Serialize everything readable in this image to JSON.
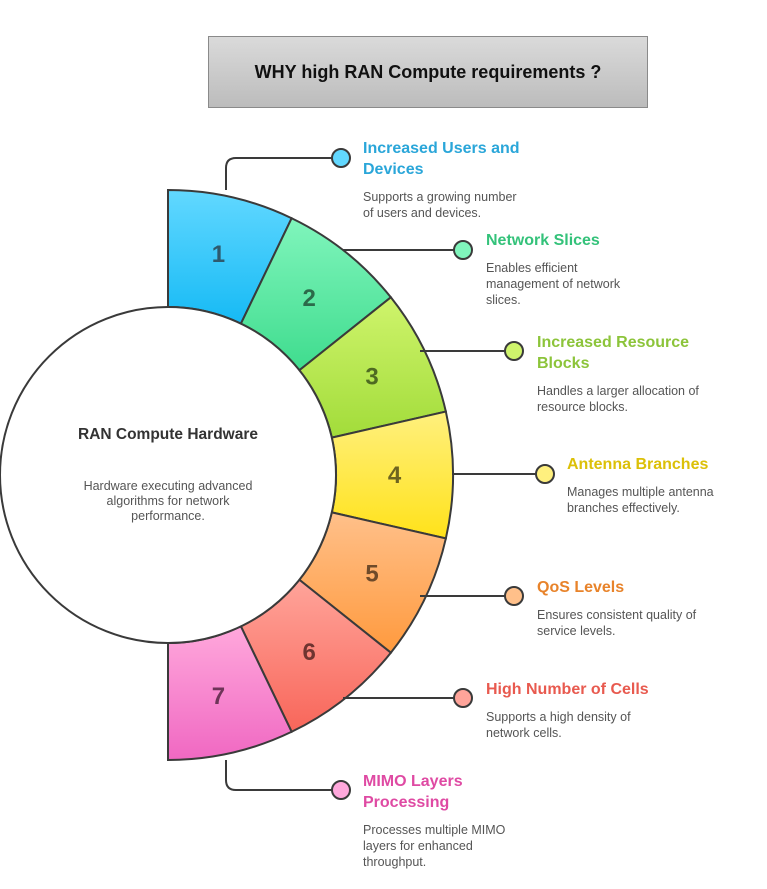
{
  "title": "WHY high RAN Compute requirements ?",
  "center": {
    "title": "RAN Compute Hardware",
    "description": "Hardware executing advanced algorithms for network performance."
  },
  "items": [
    {
      "number": "1",
      "title": "Increased Users and Devices",
      "description": "Supports a growing number of users and devices.",
      "color_light": "#62d8ff",
      "color_dark": "#16baf5",
      "title_color": "#2aa6d9",
      "number_color": "#2e5a6e"
    },
    {
      "number": "2",
      "title": "Network Slices",
      "description": "Enables efficient management of network slices.",
      "color_light": "#80f5bc",
      "color_dark": "#3fdc8e",
      "title_color": "#34c27a",
      "number_color": "#2c6a4a"
    },
    {
      "number": "3",
      "title": "Increased Resource Blocks",
      "description": "Handles a larger allocation of resource blocks.",
      "color_light": "#cff46c",
      "color_dark": "#a2dc3a",
      "title_color": "#8cc43a",
      "number_color": "#4e6a22"
    },
    {
      "number": "4",
      "title": "Antenna Branches",
      "description": "Manages multiple antenna branches effectively.",
      "color_light": "#fff07e",
      "color_dark": "#ffe21a",
      "title_color": "#dcc008",
      "number_color": "#6e6420"
    },
    {
      "number": "5",
      "title": "QoS Levels",
      "description": "Ensures consistent quality of service levels.",
      "color_light": "#ffc08a",
      "color_dark": "#ff9a3e",
      "title_color": "#e8832a",
      "number_color": "#6e4a2a"
    },
    {
      "number": "6",
      "title": "High Number of Cells",
      "description": "Supports a high density of network cells.",
      "color_light": "#ffa49a",
      "color_dark": "#f8665a",
      "title_color": "#e85a4f",
      "number_color": "#6e3430"
    },
    {
      "number": "7",
      "title": "MIMO Layers Processing",
      "description": "Processes multiple MIMO layers for enhanced throughput.",
      "color_light": "#ffa8dc",
      "color_dark": "#f068c2",
      "title_color": "#df4aa3",
      "number_color": "#6e3458"
    }
  ]
}
